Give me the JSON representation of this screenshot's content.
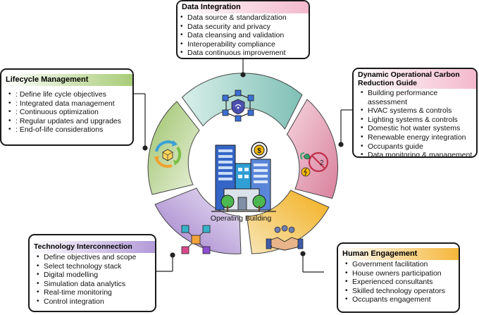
{
  "center": {
    "label": "Operating Building"
  },
  "sections": {
    "data_integration": {
      "title": "Data Integration",
      "items": [
        "Data source & standardization",
        "Data security and privacy",
        "Data cleansing and validation",
        "Interoperability compliance",
        "Data continuous improvement"
      ],
      "color": "#9ccfc7",
      "icon": "network-shield-icon"
    },
    "carbon_guide": {
      "title": "Dynamic Operational Carbon Reduction Guide",
      "items": [
        "Building performance assessment",
        "HVAC systems & controls",
        "Lighting systems & controls",
        "Domestic hot water systems",
        "Renewable energy integration",
        "Occupants guide",
        "Data monitoring & management"
      ],
      "color": "#e7a9bf",
      "icon": "co2-reduction-icon"
    },
    "human_engagement": {
      "title": "Human Engagement",
      "items": [
        "Government facilitation",
        "House owners participation",
        "Experienced consultants",
        "Skilled technology operators",
        "Occupants engagement"
      ],
      "color": "#f5c252",
      "icon": "handshake-icon"
    },
    "technology_interconnection": {
      "title": "Technology Interconnection",
      "items": [
        "Define objectives and scope",
        "Select technology stack",
        "Digital modelling",
        "Simulation data analytics",
        "Real-time monitoring",
        "Control integration"
      ],
      "color": "#b9a1d8",
      "icon": "connected-cubes-icon"
    },
    "lifecycle_management": {
      "title": "Lifecycle Management",
      "items": [
        ": Define life cycle objectives",
        ": Integrated data management",
        ": Continuous optimization",
        ": Regular updates and upgrades",
        ": End-of-life considerations"
      ],
      "color": "#bcd596",
      "icon": "cycle-cube-icon"
    }
  }
}
